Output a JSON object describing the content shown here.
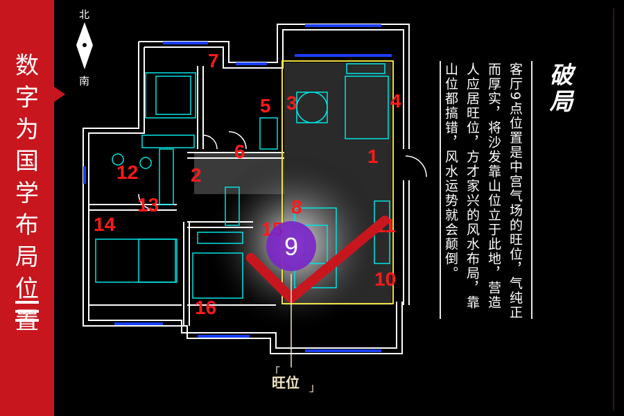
{
  "sidebar": {
    "title_chars": [
      "数",
      "字",
      "为",
      "国",
      "学",
      "布",
      "局",
      "位",
      "置"
    ]
  },
  "compass": {
    "north": "北",
    "south": "南"
  },
  "panel": {
    "heading": "破局",
    "paragraph": "客厅9点位置是中宫气场的旺位，气纯正而厚实，将沙发靠山位立于此地，营造人应居旺位，方才家兴的风水布局，靠山位都搞错，风水运势就会颠倒。"
  },
  "marker": {
    "number": "9",
    "label": "旺位"
  },
  "room_numbers": [
    "1",
    "2",
    "3",
    "4",
    "5",
    "6",
    "7",
    "8",
    "10",
    "11",
    "12",
    "13",
    "14",
    "15",
    "16"
  ],
  "colors": {
    "brand_red": "#c8161e",
    "wall": "#ffffff",
    "furniture": "#00e5e5",
    "number": "#ff1a1a",
    "highlight": "#f0e040",
    "window": "#1a3fff",
    "marker": "#7a22c8",
    "check": "#c8161e"
  }
}
